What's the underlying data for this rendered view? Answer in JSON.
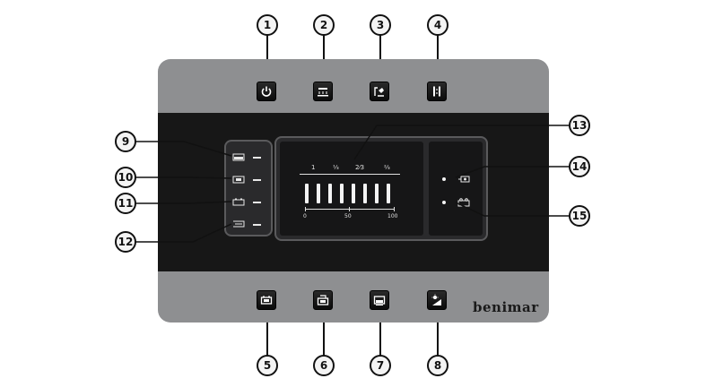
{
  "callouts": {
    "c1": "1",
    "c2": "2",
    "c3": "3",
    "c4": "4",
    "c5": "5",
    "c6": "6",
    "c7": "7",
    "c8": "8",
    "c9": "9",
    "c10": "10",
    "c11": "11",
    "c12": "12",
    "c13": "13",
    "c14": "14",
    "c15": "15"
  },
  "display": {
    "top_scale": [
      "1",
      "⅓",
      "2⁄3",
      "⅔"
    ],
    "bottom_scale": [
      "0",
      "50",
      "100"
    ]
  },
  "brand": {
    "name": "benimar"
  },
  "icons": {
    "top_buttons": [
      "power-icon",
      "ceiling-light-icon",
      "step-light-icon",
      "door-light-icon"
    ],
    "bottom_buttons": [
      "battery-icon",
      "leisure-battery-icon",
      "water-tank-icon",
      "outdoor-light-icon"
    ],
    "left_indicators": [
      "fresh-water-icon",
      "leisure-battery-icon",
      "battery-icon",
      "waste-water-icon"
    ],
    "right_indicators": [
      "pump-icon",
      "charger-icon"
    ]
  },
  "colors": {
    "panel": "#8e8f91",
    "dark_band": "#171717",
    "display": "#2a2a2c",
    "segments": "#f4f4f4"
  }
}
